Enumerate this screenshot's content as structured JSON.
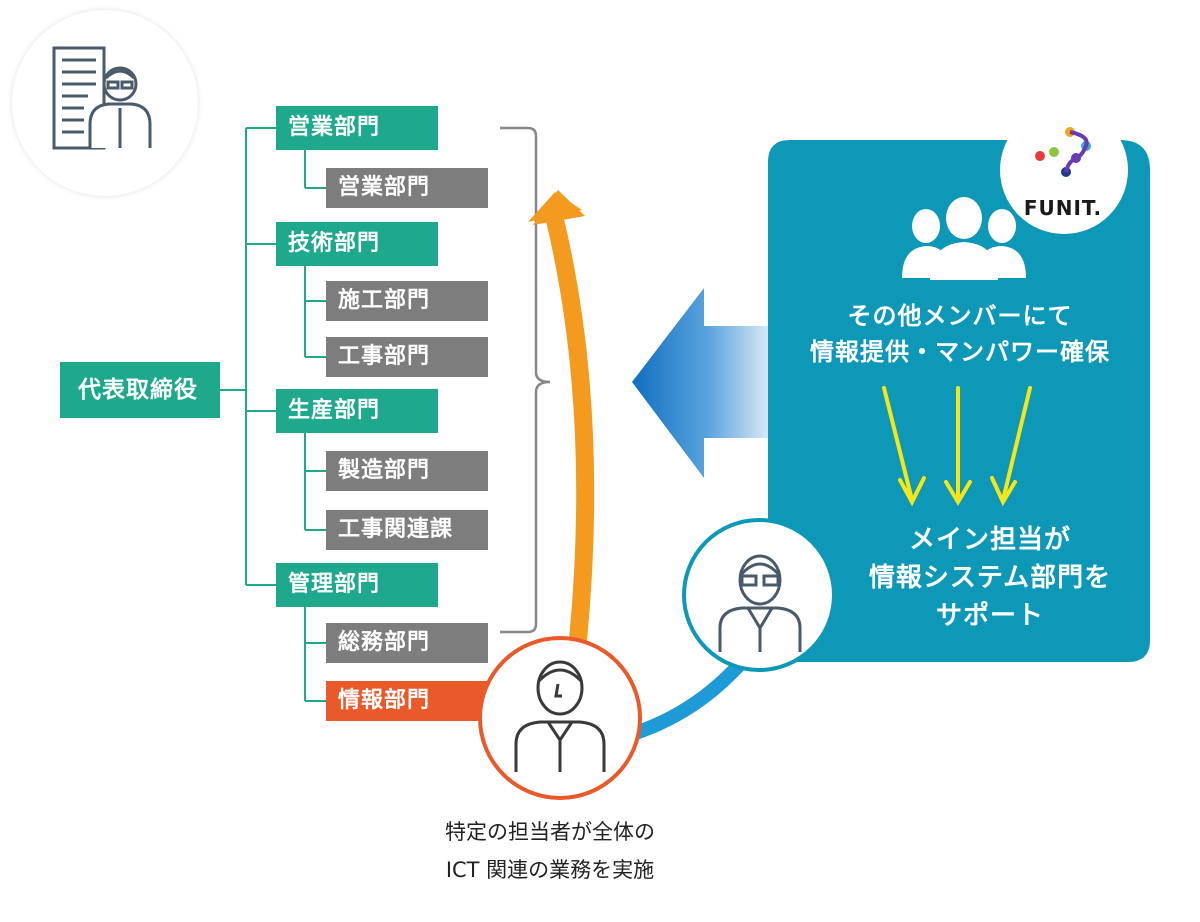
{
  "org": {
    "ceo": "代表取締役",
    "departments": [
      {
        "name": "営業部門",
        "subs": [
          "営業部門"
        ]
      },
      {
        "name": "技術部門",
        "subs": [
          "施工部門",
          "工事部門"
        ]
      },
      {
        "name": "生産部門",
        "subs": [
          "製造部門",
          "工事関連課"
        ]
      },
      {
        "name": "管理部門",
        "subs": [
          "総務部門",
          "情報部門"
        ]
      }
    ]
  },
  "funit": {
    "logo_text": "FUNIT.",
    "members_text_line1": "その他メンバーにて",
    "members_text_line2": "情報提供・マンパワー確保",
    "support_line1": "メイン担当が",
    "support_line2": "情報システム部門を",
    "support_line3": "サポート"
  },
  "caption": {
    "line1": "特定の担当者が全体の",
    "line2": "ICT 関連の業務を実施"
  },
  "icons": {
    "building": "building-with-person-icon",
    "group": "group-people-icon",
    "person": "person-icon"
  },
  "colors": {
    "green": "#1fa98c",
    "gray": "#7d7d7d",
    "orange_box": "#e9592a",
    "orange_arrow": "#f39a1f",
    "panel_blue": "#0e98b8",
    "yellow_arrow": "#f5e61a",
    "cyan_arrow": "#1e9ad6"
  }
}
